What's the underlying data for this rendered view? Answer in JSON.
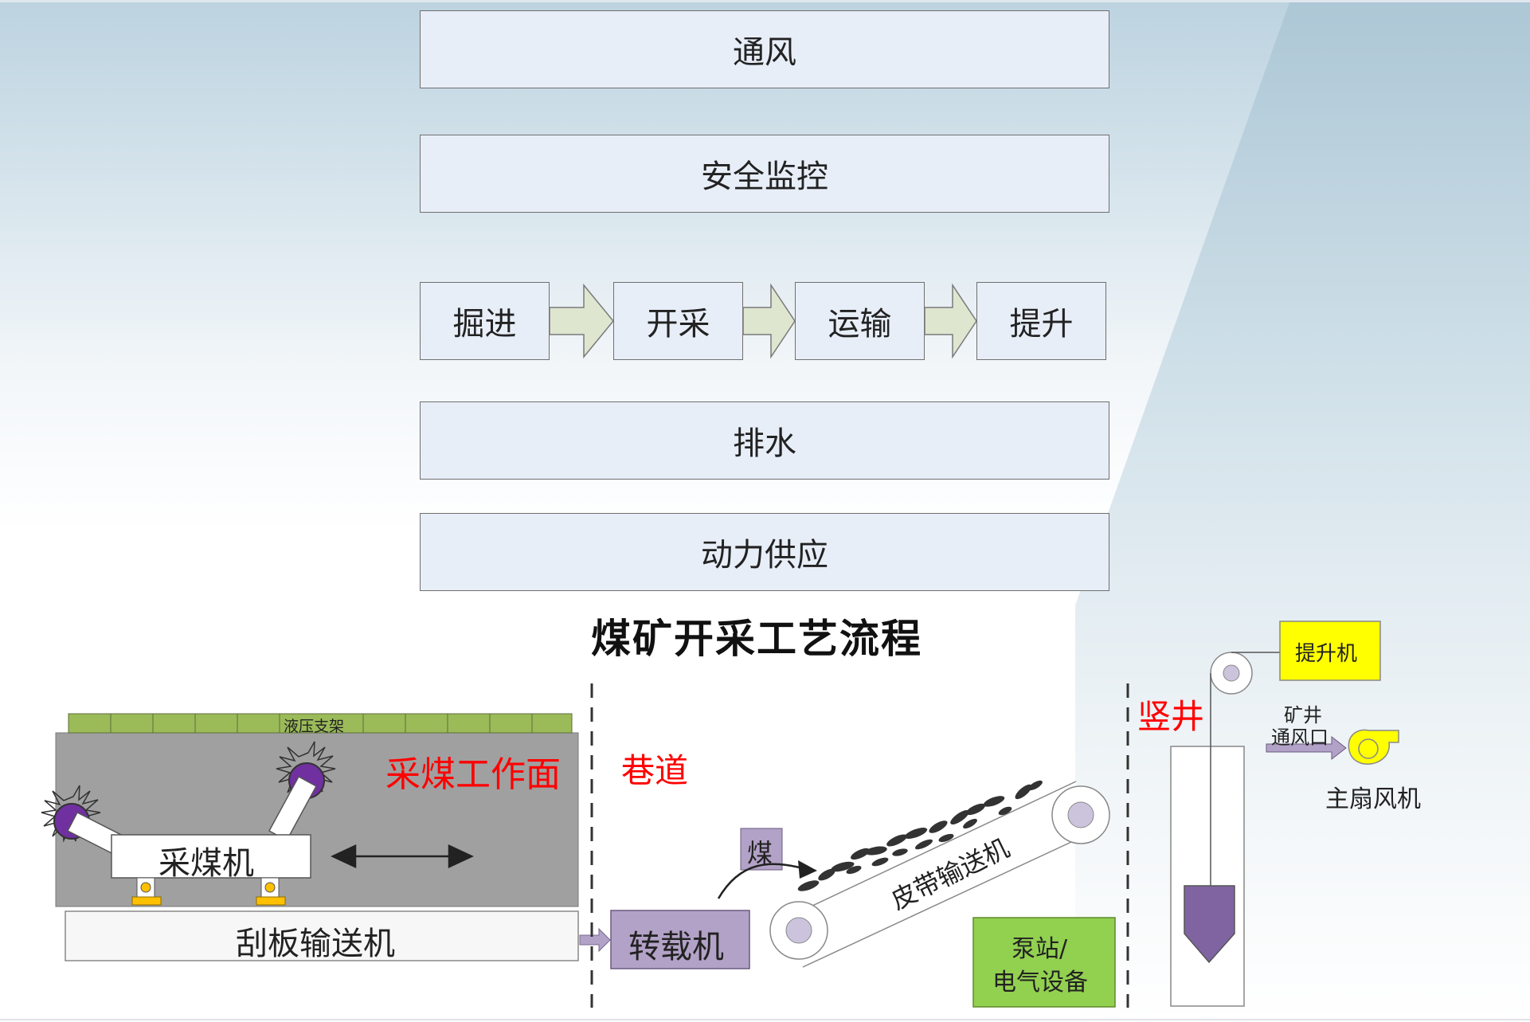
{
  "boxes": {
    "ventilation": "通风",
    "safety_monitoring": "安全监控",
    "tunneling": "掘进",
    "mining": "开采",
    "transport": "运输",
    "hoisting": "提升",
    "drainage": "排水",
    "power_supply": "动力供应"
  },
  "title": "煤矿开采工艺流程",
  "diagram": {
    "hydraulic_support": "液压支架",
    "coal_face": "采煤工作面",
    "shearer": "采煤机",
    "scraper_conveyor": "刮板输送机",
    "roadway": "巷道",
    "reloader": "转载机",
    "coal": "煤",
    "belt_conveyor": "皮带输送机",
    "pump_station_line1": "泵站/",
    "pump_station_line2": "电气设备",
    "shaft": "竖井",
    "hoist": "提升机",
    "mine_vent_line1": "矿井",
    "mine_vent_line2": "通风口",
    "main_fan": "主扇风机"
  },
  "colors": {
    "box_fill": "#e8eef8",
    "arrow_fill": "#dfe6d0",
    "face_gray": "#a0a0a0",
    "support_green": "#9bbb59",
    "red_text": "#ff0000",
    "purple": "#8064a2",
    "reloader": "#b3a2c7",
    "pump_green": "#92d050",
    "hoist_yellow": "#ffff00"
  }
}
